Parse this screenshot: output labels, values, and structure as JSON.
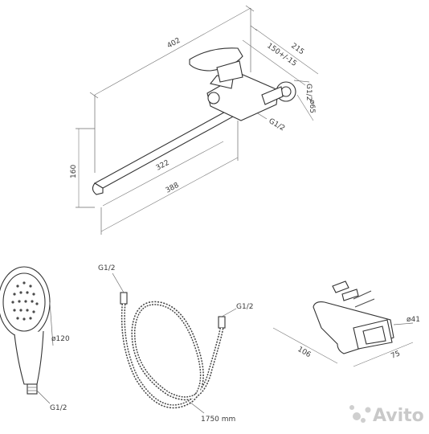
{
  "faucet": {
    "dim_total_length": "402",
    "dim_depth": "215",
    "dim_centers": "150+/-15",
    "dim_thread_top": "G1/2",
    "dim_flange": "ø65",
    "dim_thread_bottom": "G1/2",
    "dim_height": "160",
    "dim_spout_inner": "322",
    "dim_spout_outer": "388"
  },
  "hand_shower": {
    "dim_diameter": "ø120",
    "dim_thread": "G1/2"
  },
  "hose": {
    "dim_thread_left": "G1/2",
    "dim_thread_right": "G1/2",
    "dim_length": "1750 mm"
  },
  "holder": {
    "dim_diameter": "ø41",
    "dim_length": "106",
    "dim_width": "75"
  },
  "watermark": {
    "text": "Avito",
    "icon": "avito-dots-icon"
  }
}
